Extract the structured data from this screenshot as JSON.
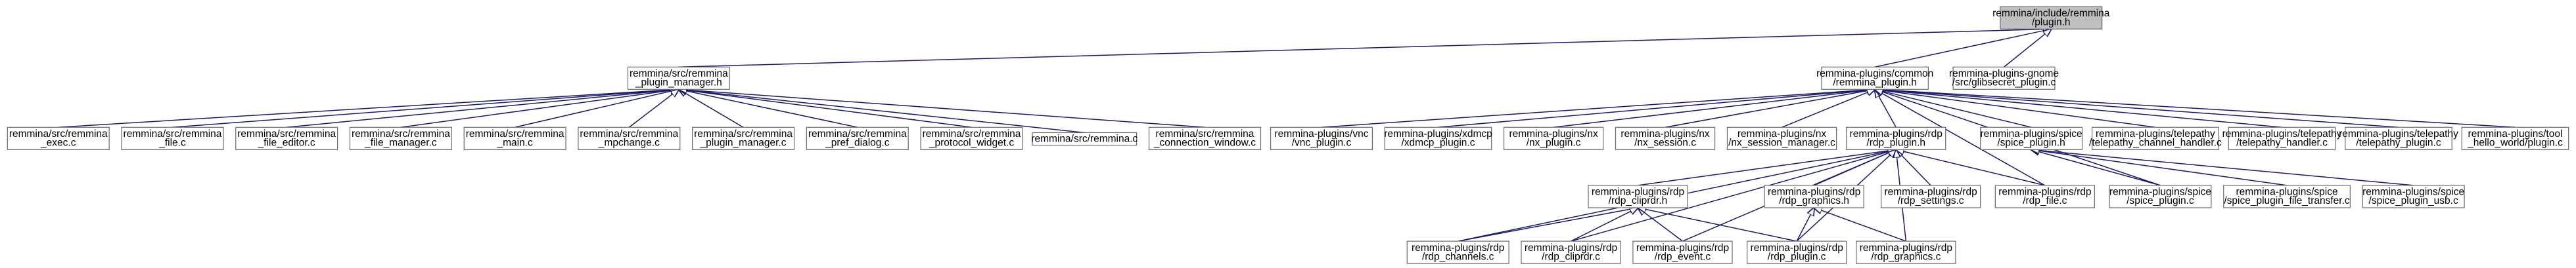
{
  "diagram": {
    "type": "include-dependency-graph",
    "edge_color": "#191970",
    "root_fill": "#c0c0c0",
    "nodes": {
      "root": {
        "lines": [
          "remmina/include/remmina",
          "/plugin.h"
        ],
        "root": true
      },
      "pm_h": {
        "lines": [
          "remmina/src/remmina",
          "_plugin_manager.h"
        ]
      },
      "common": {
        "lines": [
          "remmina-plugins/common",
          "/remmina_plugin.h"
        ]
      },
      "gsecret": {
        "lines": [
          "remmina-plugins-gnome",
          "/src/glibsecret_plugin.c"
        ]
      },
      "exec": {
        "lines": [
          "remmina/src/remmina",
          "_exec.c"
        ]
      },
      "file": {
        "lines": [
          "remmina/src/remmina",
          "_file.c"
        ]
      },
      "file_editor": {
        "lines": [
          "remmina/src/remmina",
          "_file_editor.c"
        ]
      },
      "file_manager": {
        "lines": [
          "remmina/src/remmina",
          "_file_manager.c"
        ]
      },
      "main": {
        "lines": [
          "remmina/src/remmina",
          "_main.c"
        ]
      },
      "mpchange": {
        "lines": [
          "remmina/src/remmina",
          "_mpchange.c"
        ]
      },
      "pm_c": {
        "lines": [
          "remmina/src/remmina",
          "_plugin_manager.c"
        ]
      },
      "pref": {
        "lines": [
          "remmina/src/remmina",
          "_pref_dialog.c"
        ]
      },
      "protocol": {
        "lines": [
          "remmina/src/remmina",
          "_protocol_widget.c"
        ]
      },
      "remmina_c": {
        "lines": [
          "remmina/src/remmina.c"
        ]
      },
      "conn": {
        "lines": [
          "remmina/src/remmina",
          "_connection_window.c"
        ]
      },
      "vnc": {
        "lines": [
          "remmina-plugins/vnc",
          "/vnc_plugin.c"
        ]
      },
      "xdmcp": {
        "lines": [
          "remmina-plugins/xdmcp",
          "/xdmcp_plugin.c"
        ]
      },
      "nx_plugin": {
        "lines": [
          "remmina-plugins/nx",
          "/nx_plugin.c"
        ]
      },
      "nx_session": {
        "lines": [
          "remmina-plugins/nx",
          "/nx_session.c"
        ]
      },
      "nx_sm": {
        "lines": [
          "remmina-plugins/nx",
          "/nx_session_manager.c"
        ]
      },
      "rdp_h": {
        "lines": [
          "remmina-plugins/rdp",
          "/rdp_plugin.h"
        ]
      },
      "spice_h": {
        "lines": [
          "remmina-plugins/spice",
          "/spice_plugin.h"
        ]
      },
      "tp_ch": {
        "lines": [
          "remmina-plugins/telepathy",
          "/telepathy_channel_handler.c"
        ]
      },
      "tp_h": {
        "lines": [
          "remmina-plugins/telepathy",
          "/telepathy_handler.c"
        ]
      },
      "tp_plugin": {
        "lines": [
          "remmina-plugins/telepathy",
          "/telepathy_plugin.c"
        ]
      },
      "tool": {
        "lines": [
          "remmina-plugins/tool",
          "_hello_world/plugin.c"
        ]
      },
      "cliprdr_h": {
        "lines": [
          "remmina-plugins/rdp",
          "/rdp_cliprdr.h"
        ]
      },
      "graphics_h": {
        "lines": [
          "remmina-plugins/rdp",
          "/rdp_graphics.h"
        ]
      },
      "settings": {
        "lines": [
          "remmina-plugins/rdp",
          "/rdp_settings.c"
        ]
      },
      "rdp_file": {
        "lines": [
          "remmina-plugins/rdp",
          "/rdp_file.c"
        ]
      },
      "spice_plugin": {
        "lines": [
          "remmina-plugins/spice",
          "/spice_plugin.c"
        ]
      },
      "spice_ft": {
        "lines": [
          "remmina-plugins/spice",
          "/spice_plugin_file_transfer.c"
        ]
      },
      "spice_usb": {
        "lines": [
          "remmina-plugins/spice",
          "/spice_plugin_usb.c"
        ]
      },
      "channels": {
        "lines": [
          "remmina-plugins/rdp",
          "/rdp_channels.c"
        ]
      },
      "cliprdr_c": {
        "lines": [
          "remmina-plugins/rdp",
          "/rdp_cliprdr.c"
        ]
      },
      "event": {
        "lines": [
          "remmina-plugins/rdp",
          "/rdp_event.c"
        ]
      },
      "rdp_plugin": {
        "lines": [
          "remmina-plugins/rdp",
          "/rdp_plugin.c"
        ]
      },
      "graphics_c": {
        "lines": [
          "remmina-plugins/rdp",
          "/rdp_graphics.c"
        ]
      }
    },
    "edges": [
      [
        "pm_h",
        "root"
      ],
      [
        "common",
        "root"
      ],
      [
        "gsecret",
        "root"
      ],
      [
        "exec",
        "pm_h"
      ],
      [
        "file",
        "pm_h"
      ],
      [
        "file_editor",
        "pm_h"
      ],
      [
        "file_manager",
        "pm_h"
      ],
      [
        "main",
        "pm_h"
      ],
      [
        "mpchange",
        "pm_h"
      ],
      [
        "pm_c",
        "pm_h"
      ],
      [
        "pref",
        "pm_h"
      ],
      [
        "protocol",
        "pm_h"
      ],
      [
        "remmina_c",
        "pm_h"
      ],
      [
        "conn",
        "pm_h"
      ],
      [
        "vnc",
        "common"
      ],
      [
        "xdmcp",
        "common"
      ],
      [
        "nx_plugin",
        "common"
      ],
      [
        "nx_session",
        "common"
      ],
      [
        "nx_sm",
        "common"
      ],
      [
        "rdp_h",
        "common"
      ],
      [
        "spice_h",
        "common"
      ],
      [
        "tp_ch",
        "common"
      ],
      [
        "tp_h",
        "common"
      ],
      [
        "tp_plugin",
        "common"
      ],
      [
        "tool",
        "common"
      ],
      [
        "rdp_file",
        "common"
      ],
      [
        "spice_plugin",
        "common"
      ],
      [
        "cliprdr_h",
        "rdp_h"
      ],
      [
        "graphics_h",
        "rdp_h"
      ],
      [
        "settings",
        "rdp_h"
      ],
      [
        "rdp_file",
        "rdp_h"
      ],
      [
        "channels",
        "rdp_h"
      ],
      [
        "cliprdr_c",
        "rdp_h"
      ],
      [
        "event",
        "rdp_h"
      ],
      [
        "rdp_plugin",
        "rdp_h"
      ],
      [
        "graphics_c",
        "rdp_h"
      ],
      [
        "spice_plugin",
        "spice_h"
      ],
      [
        "spice_ft",
        "spice_h"
      ],
      [
        "spice_usb",
        "spice_h"
      ],
      [
        "channels",
        "cliprdr_h"
      ],
      [
        "cliprdr_c",
        "cliprdr_h"
      ],
      [
        "event",
        "cliprdr_h"
      ],
      [
        "rdp_plugin",
        "cliprdr_h"
      ],
      [
        "rdp_plugin",
        "graphics_h"
      ],
      [
        "graphics_c",
        "graphics_h"
      ]
    ]
  }
}
